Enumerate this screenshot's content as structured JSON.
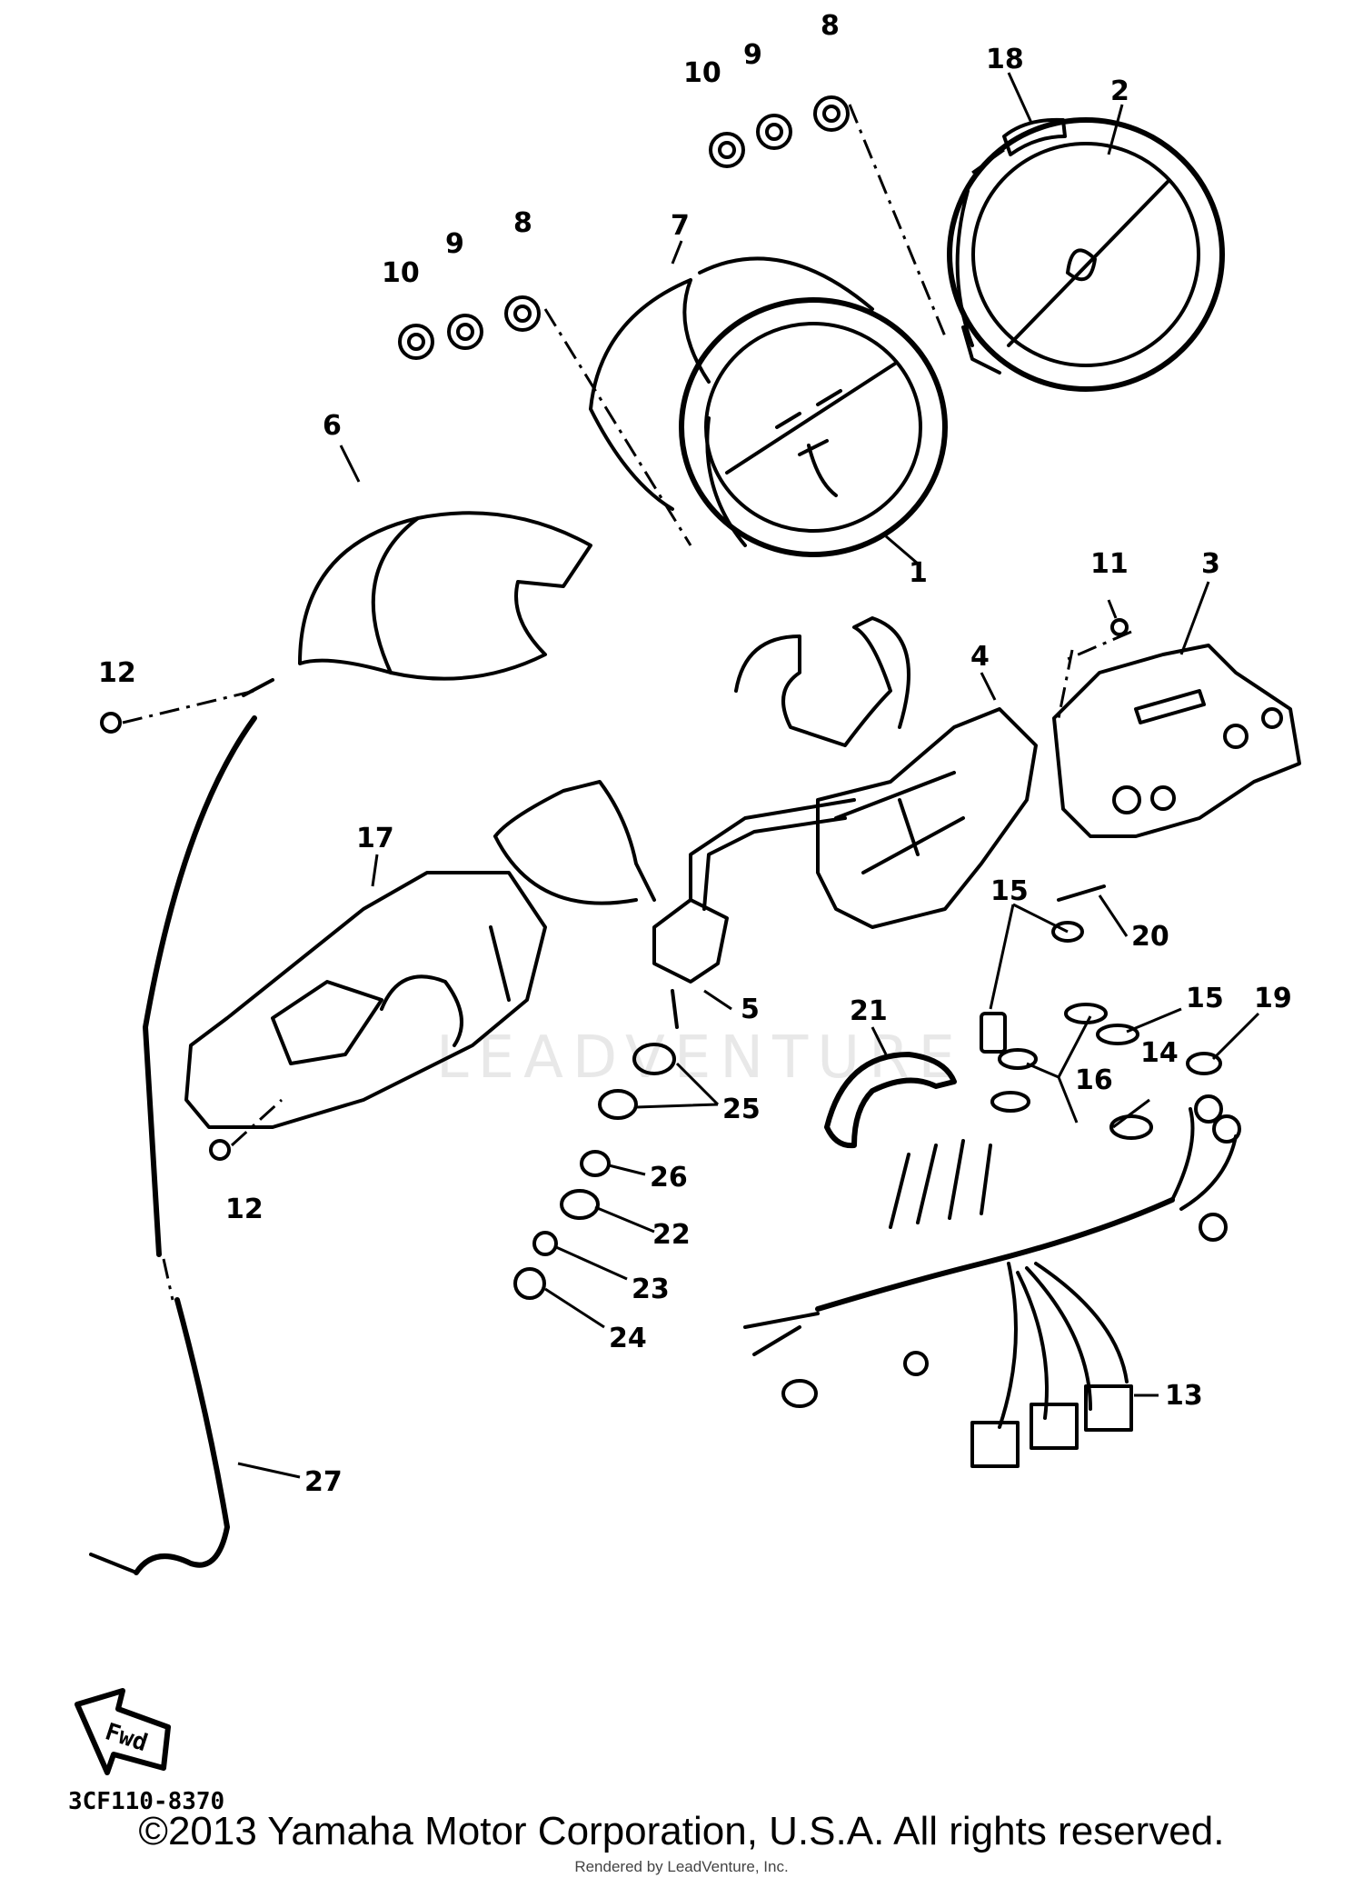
{
  "diagram": {
    "watermark": "LEADVENTURE",
    "part_code": "3CF110-8370",
    "fwd_label": "Fwd",
    "callouts": [
      "1",
      "2",
      "3",
      "4",
      "5",
      "6",
      "7",
      "8",
      "8",
      "9",
      "9",
      "10",
      "10",
      "11",
      "12",
      "12",
      "13",
      "14",
      "15",
      "15",
      "16",
      "17",
      "18",
      "19",
      "20",
      "21",
      "22",
      "23",
      "24",
      "25",
      "26",
      "27"
    ]
  },
  "footer": {
    "copyright": "©2013 Yamaha Motor Corporation, U.S.A. All rights reserved.",
    "rendered_by": "Rendered by LeadVenture, Inc."
  }
}
